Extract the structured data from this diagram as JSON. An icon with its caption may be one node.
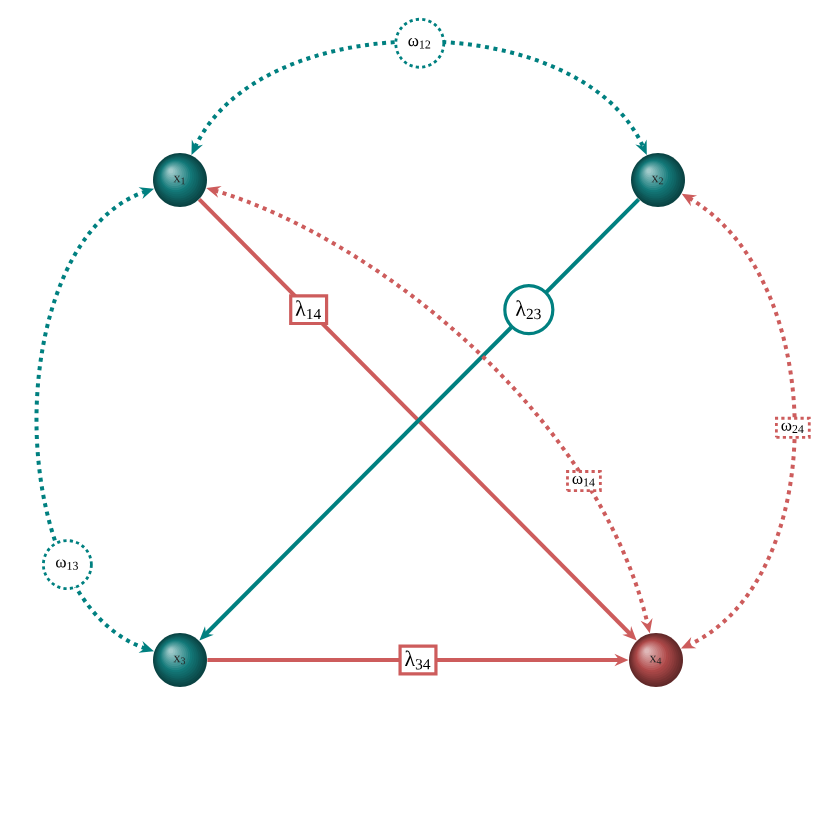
{
  "diagram": {
    "nodes": [
      {
        "text": [
          "x$_{1}$"
        ]
      },
      {
        "text": [
          "x$_{2}$"
        ]
      },
      {
        "text": [
          "x$_{3}$"
        ]
      },
      {
        "text": [
          "x$_{4}$"
        ]
      }
    ],
    "edges": [
      {
        "from": 0,
        "to": 3,
        "arrow": "to",
        "label": "λ$_{14}$"
      },
      {
        "from": 1,
        "to": 2,
        "arrow": "to",
        "label": "λ$_{23}$",
        "color": "#008080"
      },
      {
        "from": 2,
        "to": 3,
        "arrow": "to",
        "label": "λ$_{34}$"
      },
      {
        "from": 0,
        "to": 1,
        "arrow": "both",
        "label": "ω$_{12}$",
        "style": "dashed",
        "color": "#008080"
      },
      {
        "from": 0,
        "to": 2,
        "arrow": "both",
        "label": "ω$_{13}$",
        "style": "dashed",
        "color": "#008080"
      },
      {
        "from": 0,
        "to": 3,
        "arrow": "both",
        "label": "ω$_{14}$",
        "style": "dashed"
      },
      {
        "from": 1,
        "to": 3,
        "arrow": "both",
        "label": "ω$_{24}$",
        "style": "dashed"
      }
    ]
  }
}
